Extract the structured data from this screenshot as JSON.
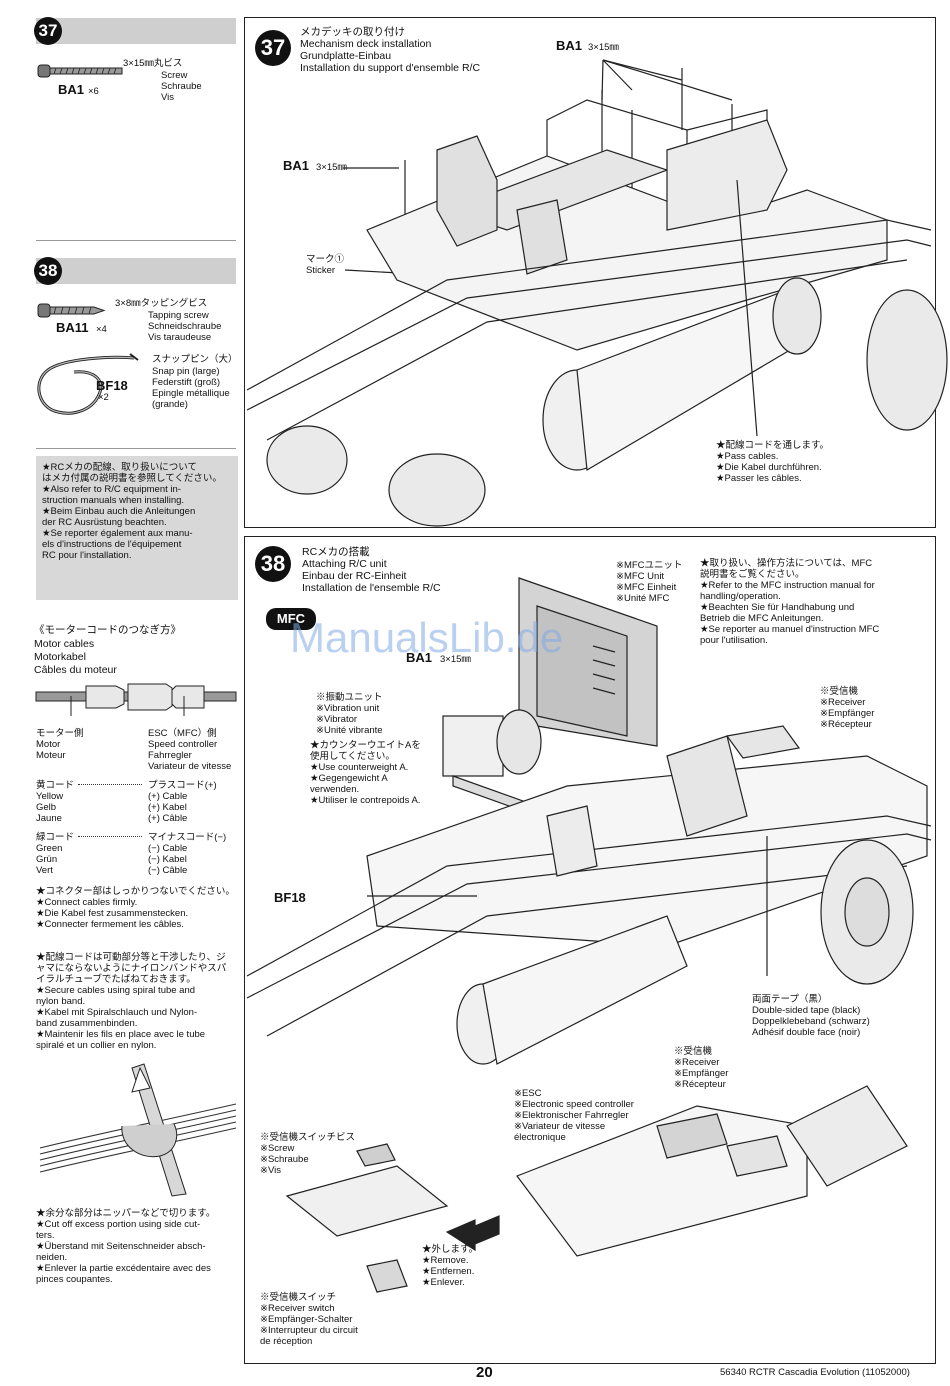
{
  "left": {
    "step37": {
      "number": "37",
      "part_size": "3×15㎜丸ビス",
      "part_names": "Screw\nSchraube\nVis",
      "part_code": "BA1",
      "part_qty": "×6"
    },
    "step38": {
      "number": "38",
      "screw_size": "3×8㎜タッピングビス",
      "screw_names": "Tapping screw\nSchneidschraube\nVis taraudeuse",
      "screw_code": "BA11",
      "screw_qty": "×4",
      "pin_jp": "スナップピン（大）",
      "pin_names": "Snap pin (large)\nFederstift (groß)\nEpingle métallique\n(grande)",
      "pin_code": "BF18",
      "pin_qty": "×2"
    },
    "rc_note": "★RCメカの配線、取り扱いについて\nはメカ付属の説明書を参照してください。\n★Also refer to R/C equipment in-\nstruction manuals when installing.\n★Beim Einbau auch die Anleitungen\nder RC Ausrüstung beachten.\n★Se reporter également aux manu-\nels d'instructions de l'équipement\nRC pour l'installation.",
    "motor": {
      "title_jp": "《モーターコードのつなぎ方》",
      "title_en": "Motor cables",
      "title_de": "Motorkabel",
      "title_fr": "Câbles du moteur",
      "motor_side": "モーター側\nMotor\nMoteur",
      "esc_side": "ESC（MFC）側\nSpeed controller\nFahrregler\nVariateur de vitesse",
      "yellow_l": "黄コード\nYellow\nGelb\nJaune",
      "yellow_r": "プラスコード(+)\n(+) Cable\n(+) Kabel\n(+) Câble",
      "green_l": "緑コード\nGreen\nGrün\nVert",
      "green_r": "マイナスコード(−)\n(−) Cable\n(−) Kabel\n(−) Câble",
      "connect_note": "★コネクター部はしっかりつないでください。\n★Connect cables firmly.\n★Die Kabel fest zusammenstecken.\n★Connecter fermement les câbles.",
      "secure_note": "★配線コードは可動部分等と干渉したり、ジ\nャマにならないようにナイロンバンドやスパ\nイラルチューブでたばねておきます。\n★Secure cables using spiral tube and\nnylon band.\n★Kabel mit Spiralschlauch und Nylon-\nband zusammenbinden.\n★Maintenir les fils en place avec le tube\nspiralé et un collier en nylon.",
      "cut_note": "★余分な部分はニッパーなどで切ります。\n★Cut off excess portion using side cut-\nters.\n★Überstand mit Seitenschneider absch-\nneiden.\n★Enlever la partie excédentaire avec des\npinces coupantes."
    }
  },
  "panel37": {
    "number": "37",
    "title": "メカデッキの取り付け\nMechanism deck installation\nGrundplatte-Einbau\nInstallation du support d'ensemble R/C",
    "ba1_top": "BA1",
    "ba1_top_size": "3×15㎜",
    "ba1_left": "BA1",
    "ba1_left_size": "3×15㎜",
    "sticker": "マーク①\nSticker",
    "pass_cables": "★配線コードを通します。\n★Pass cables.\n★Die Kabel durchführen.\n★Passer les câbles."
  },
  "panel38": {
    "number": "38",
    "title": "RCメカの搭載\nAttaching R/C unit\nEinbau der RC-Einheit\nInstallation de l'ensemble R/C",
    "mfc_badge": "MFC",
    "mfc_unit": "※MFCユニット\n※MFC Unit\n※MFC Einheit\n※Unité MFC",
    "handling": "★取り扱い、操作方法については、MFC\n説明書をご覧ください。\n★Refer to the MFC instruction manual for\nhandling/operation.\n★Beachten Sie für Handhabung und\nBetrieb die MFC Anleitungen.\n★Se reporter au manuel d'instruction MFC\npour l'utilisation.",
    "ba1_label": "BA1",
    "ba1_size": "3×15㎜",
    "vibration": "※振動ユニット\n※Vibration unit\n※Vibrator\n※Unité vibrante",
    "counterweight": "★カウンターウエイトAを\n使用してください。\n★Use counterweight A.\n★Gegengewicht A\nverwenden.\n★Utiliser le contrepoids A.",
    "receiver_top": "※受信機\n※Receiver\n※Empfänger\n※Récepteur",
    "bf18": "BF18",
    "tape": "両面テープ（黒）\nDouble-sided tape (black)\nDoppelklebeband (schwarz)\nAdhésif double face (noir)",
    "receiver_mid": "※受信機\n※Receiver\n※Empfänger\n※Récepteur",
    "esc": "※ESC\n※Electronic speed controller\n※Elektronischer Fahrregler\n※Variateur de vitesse\nélectronique",
    "switch_screw": "※受信機スイッチビス\n※Screw\n※Schraube\n※Vis",
    "remove": "★外します。\n★Remove.\n★Entfernen.\n★Enlever.",
    "receiver_switch": "※受信機スイッチ\n※Receiver switch\n※Empfänger-Schalter\n※Interrupteur du circuit\nde réception"
  },
  "footer": {
    "page_number": "20",
    "doc_id": "56340 RCTR Cascadia Evolution (11052000)"
  },
  "watermark": "ManualsLib.de"
}
